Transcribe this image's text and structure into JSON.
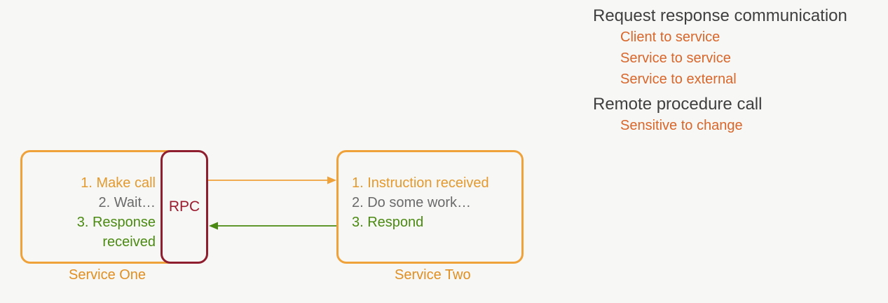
{
  "diagram": {
    "rpc_label": "RPC",
    "service_one": {
      "caption": "Service One",
      "steps": [
        "1. Make call",
        "2. Wait…",
        "3. Response",
        "received"
      ]
    },
    "service_two": {
      "caption": "Service Two",
      "steps": [
        "1. Instruction received",
        "2. Do some work…",
        "3. Respond"
      ]
    }
  },
  "notes": {
    "sections": [
      {
        "heading": "Request response communication",
        "items": [
          "Client to service",
          "Service to service",
          "Service to external"
        ]
      },
      {
        "heading": "Remote procedure call",
        "items": [
          "Sensitive to change"
        ]
      }
    ]
  },
  "colors": {
    "service_outline": "#f0a23a",
    "rpc_outline": "#8f1e2f",
    "request_arrow": "#f0a23a",
    "response_arrow": "#4b8a12",
    "step_call": "#e39a2f",
    "step_wait": "#6a6a6a",
    "step_response": "#4b8a12",
    "note_heading": "#3f3f3f",
    "note_item": "#d9662a"
  },
  "icons": {
    "request_arrow": "arrow-right-icon",
    "response_arrow": "arrow-left-icon"
  }
}
